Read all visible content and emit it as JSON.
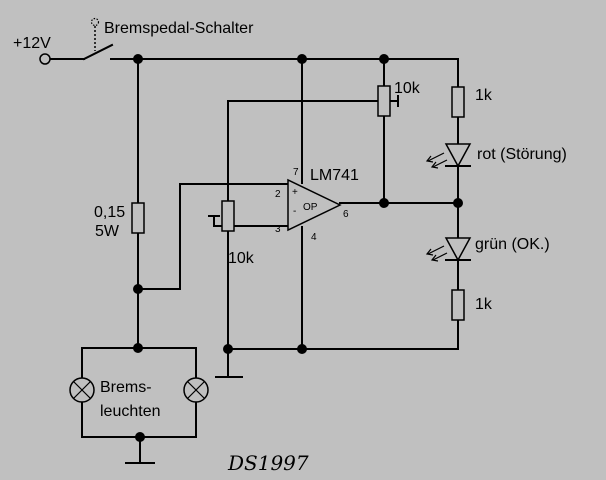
{
  "supply": {
    "label": "+12V"
  },
  "switch": {
    "label": "Bremspedal-Schalter"
  },
  "shunt": {
    "value": "0,15",
    "power": "5W"
  },
  "pot_top": {
    "value": "10k"
  },
  "pot_left": {
    "value": "10k"
  },
  "opamp": {
    "part": "LM741",
    "symbol": "OP",
    "pins": {
      "p7": "7",
      "p2": "2",
      "p3": "3",
      "p4": "4",
      "p6": "6"
    },
    "inputs": {
      "plus": "+",
      "minus": "-"
    }
  },
  "r_top": {
    "value": "1k"
  },
  "r_bottom": {
    "value": "1k"
  },
  "led_red": {
    "label": "rot (Störung)"
  },
  "led_green": {
    "label": "grün (OK.)"
  },
  "lamps": {
    "line1": "Brems-",
    "line2": "leuchten"
  },
  "signature": "DS1997"
}
